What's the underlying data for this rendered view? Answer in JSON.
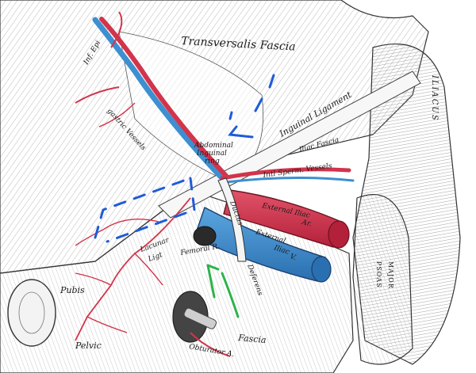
{
  "labels": {
    "transversalis_fascia": "Transversalis Fascia",
    "inf_epigastric_vessels_a": "Inf. Epi",
    "inf_epigastric_vessels_b": "gastric Vessels",
    "abdominal_inguinal_ring_a": "Abdominal",
    "abdominal_inguinal_ring_b": "Inguinal",
    "abdominal_inguinal_ring_c": "ring",
    "inguinal_ligament": "Inguinal Ligament",
    "iliac_fascia": "Iliac Fascia",
    "intl_sperm_vessels": "Intl Sperm. Vessels",
    "external_iliac_artery_a": "External Iliac",
    "external_iliac_artery_b": "Ar.",
    "external_iliac_vein_a": "External",
    "external_iliac_vein_b": "Iliac",
    "external_iliac_vein_c": "V.",
    "lacunar_ligt_a": "Lacunar",
    "lacunar_ligt_b": "Ligt",
    "femoral_r": "Femoral R.",
    "pubis": "Pubis",
    "pelvic": "Pelvic",
    "fascia": "Fascia",
    "obturator_a": "Obturator A.",
    "ductus_deferens_a": "Ductus",
    "ductus_deferens_b": "Deferens",
    "iliacus": "ILIACUS",
    "psoas": "PSOAS",
    "major": "MAJOR"
  },
  "colors": {
    "artery": "#d2344b",
    "vein": "#3d8fd0",
    "annotation_blue": "#1f5bd8",
    "annotation_green": "#2db34a",
    "ink": "#1a1a1a",
    "paper": "#ffffff"
  }
}
